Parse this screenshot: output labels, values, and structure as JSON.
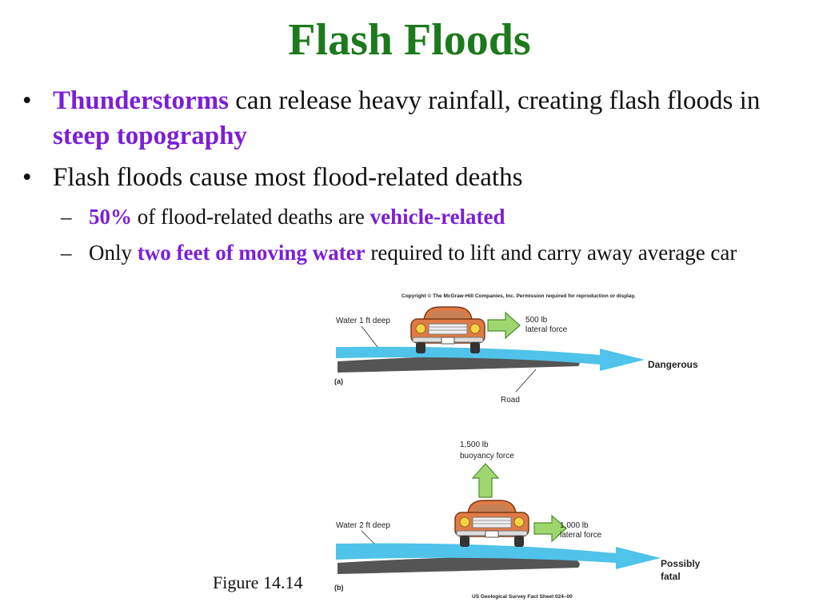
{
  "slide": {
    "title": "Flash Floods",
    "bullet1": {
      "kw1": "Thunderstorms",
      "text1": " can release heavy rainfall, creating flash floods in ",
      "kw2": "steep topography"
    },
    "bullet2": {
      "text": "Flash floods cause most flood-related deaths"
    },
    "sub1": {
      "kw1": "50%",
      "text1": " of flood-related deaths are ",
      "kw2": "vehicle-related"
    },
    "sub2": {
      "text1": "Only ",
      "kw": "two feet of moving water",
      "text2": " required to lift and carry away average car"
    },
    "bullet_glyph": "•",
    "dash_glyph": "–",
    "caption": "Figure 14.14"
  },
  "figure": {
    "copyright": "Copyright © The McGraw-Hill Companies, Inc. Permission required for reproduction or display.",
    "a": {
      "water_label": "Water 1 ft deep",
      "force_value": "500 lb",
      "force_label": "lateral force",
      "outcome": "Dangerous",
      "panel": "(a)",
      "road_label": "Road"
    },
    "b": {
      "buoy_value": "1,500 lb",
      "buoy_label": "buoyancy force",
      "water_label": "Water 2 ft deep",
      "force_value": "1,000 lb",
      "force_label": "lateral force",
      "outcome_line1": "Possibly",
      "outcome_line2": "fatal",
      "panel": "(b)"
    },
    "source": "US Geological Survey Fact Sheet 024–00",
    "colors": {
      "water": "#4fc3ea",
      "road": "#555555",
      "car": "#e07a45",
      "arrow": "#9fd66f",
      "title": "#1c7a1c",
      "highlight": "#7b1fd6"
    }
  }
}
